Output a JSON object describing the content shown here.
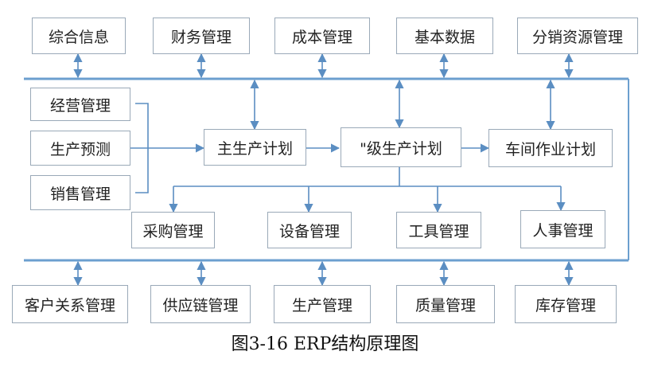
{
  "top_modules": [
    "综合信息",
    "财务管理",
    "成本管理",
    "基本数据",
    "分销资源管理"
  ],
  "input_modules": [
    "经营管理",
    "生产预测",
    "销售管理"
  ],
  "plan_modules": [
    "主生产计划",
    "\"级生产计划",
    "车间作业计划"
  ],
  "resource_modules": [
    "采购管理",
    "设备管理",
    "工具管理",
    "人事管理"
  ],
  "bottom_modules": [
    "客户关系管理",
    "供应链管理",
    "生产管理",
    "质量管理",
    "库存管理"
  ],
  "colors": {
    "line": "#5b8ec2",
    "box_border": "#9aa9b8",
    "bus": "#6c9fcf"
  },
  "caption": "图3-16 ERP结构原理图"
}
